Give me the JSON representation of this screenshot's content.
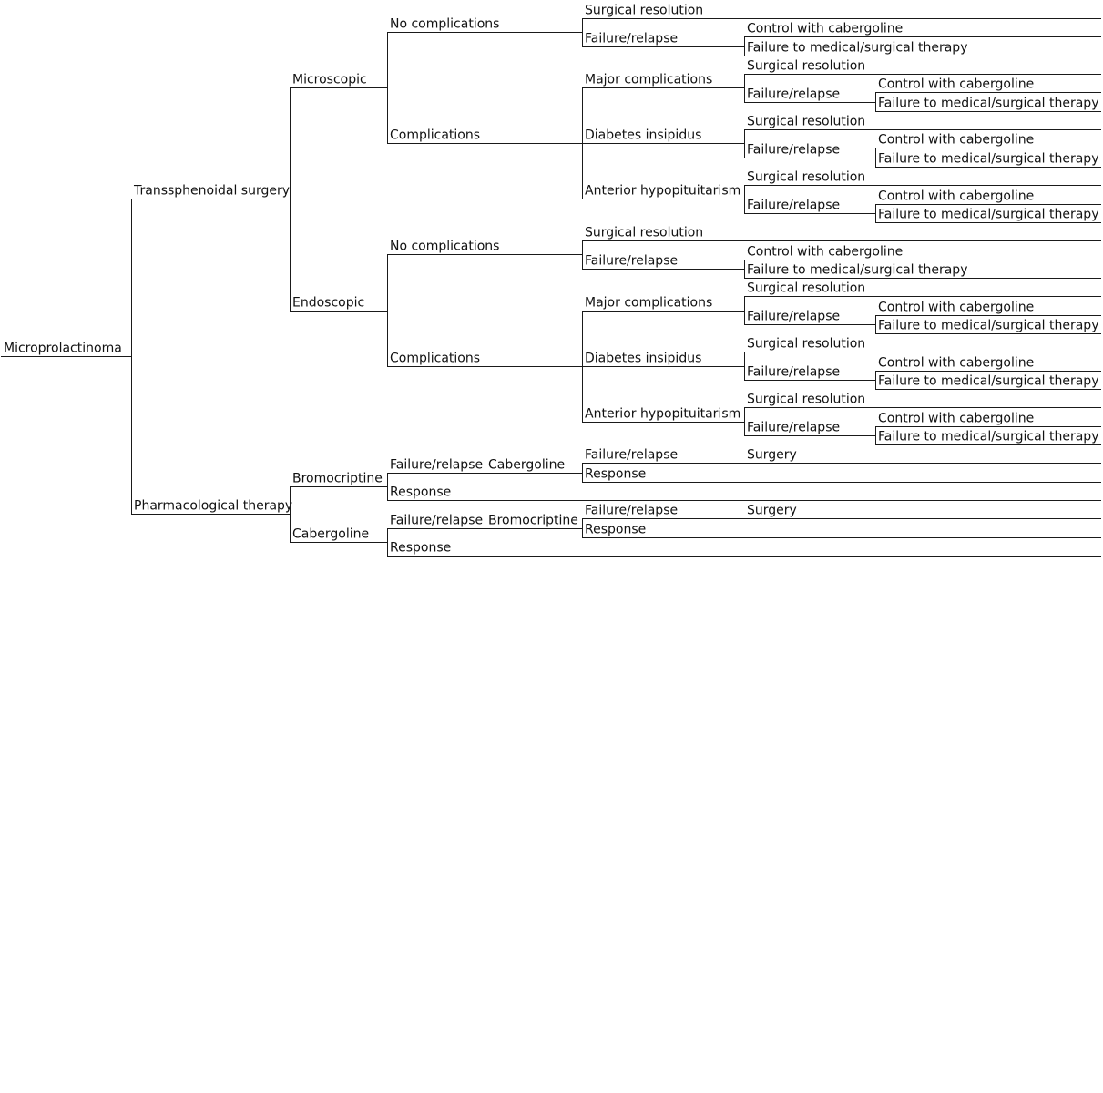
{
  "tree": {
    "label": "Microprolactinoma",
    "children": [
      {
        "label": "Transsphenoidal surgery",
        "children": [
          {
            "label": "Microscopic",
            "children": [
              {
                "label": "No complications",
                "children": [
                  {
                    "label": "Surgical resolution"
                  },
                  {
                    "label": "Failure/relapse",
                    "children": [
                      {
                        "label": "Control with cabergoline"
                      },
                      {
                        "label": "Failure to medical/surgical therapy"
                      }
                    ]
                  }
                ]
              },
              {
                "label": "Complications",
                "children": [
                  {
                    "label": "Major complications",
                    "children": [
                      {
                        "label": "Surgical resolution"
                      },
                      {
                        "label": "Failure/relapse",
                        "children": [
                          {
                            "label": "Control with cabergoline"
                          },
                          {
                            "label": "Failure to medical/surgical therapy"
                          }
                        ]
                      }
                    ]
                  },
                  {
                    "label": "Diabetes insipidus",
                    "children": [
                      {
                        "label": "Surgical resolution"
                      },
                      {
                        "label": "Failure/relapse",
                        "children": [
                          {
                            "label": "Control with cabergoline"
                          },
                          {
                            "label": "Failure to medical/surgical therapy"
                          }
                        ]
                      }
                    ]
                  },
                  {
                    "label": "Anterior hypopituitarism",
                    "children": [
                      {
                        "label": "Surgical resolution"
                      },
                      {
                        "label": "Failure/relapse",
                        "children": [
                          {
                            "label": "Control with cabergoline"
                          },
                          {
                            "label": "Failure to medical/surgical therapy"
                          }
                        ]
                      }
                    ]
                  }
                ]
              }
            ]
          },
          {
            "label": "Endoscopic",
            "children": [
              {
                "label": "No complications",
                "children": [
                  {
                    "label": "Surgical resolution"
                  },
                  {
                    "label": "Failure/relapse",
                    "children": [
                      {
                        "label": "Control with cabergoline"
                      },
                      {
                        "label": "Failure to medical/surgical therapy"
                      }
                    ]
                  }
                ]
              },
              {
                "label": "Complications",
                "children": [
                  {
                    "label": "Major complications",
                    "children": [
                      {
                        "label": "Surgical resolution"
                      },
                      {
                        "label": "Failure/relapse",
                        "children": [
                          {
                            "label": "Control with cabergoline"
                          },
                          {
                            "label": "Failure to medical/surgical therapy"
                          }
                        ]
                      }
                    ]
                  },
                  {
                    "label": "Diabetes insipidus",
                    "children": [
                      {
                        "label": "Surgical resolution"
                      },
                      {
                        "label": "Failure/relapse",
                        "children": [
                          {
                            "label": "Control with cabergoline"
                          },
                          {
                            "label": "Failure to medical/surgical therapy"
                          }
                        ]
                      }
                    ]
                  },
                  {
                    "label": "Anterior hypopituitarism",
                    "children": [
                      {
                        "label": "Surgical resolution"
                      },
                      {
                        "label": "Failure/relapse",
                        "children": [
                          {
                            "label": "Control with cabergoline"
                          },
                          {
                            "label": "Failure to medical/surgical therapy"
                          }
                        ]
                      }
                    ]
                  }
                ]
              }
            ]
          }
        ]
      },
      {
        "label": "Pharmacological therapy",
        "children": [
          {
            "label": "Bromocriptine",
            "children": [
              {
                "label": "Failure/relapse",
                "switch_label": "Cabergoline",
                "children": [
                  {
                    "label": "Failure/relapse",
                    "children": [
                      {
                        "label": "Surgery"
                      }
                    ]
                  },
                  {
                    "label": "Response"
                  }
                ]
              },
              {
                "label": "Response"
              }
            ]
          },
          {
            "label": "Cabergoline",
            "children": [
              {
                "label": "Failure/relapse",
                "switch_label": "Bromocriptine",
                "children": [
                  {
                    "label": "Failure/relapse",
                    "children": [
                      {
                        "label": "Surgery"
                      }
                    ]
                  },
                  {
                    "label": "Response"
                  }
                ]
              },
              {
                "label": "Response"
              }
            ]
          }
        ]
      }
    ]
  }
}
